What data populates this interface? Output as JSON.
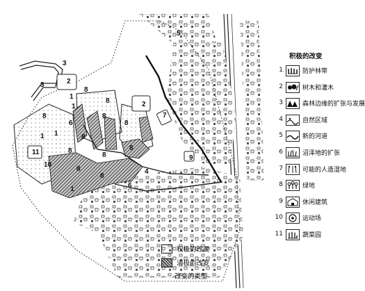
{
  "legend": {
    "title": "积极的改变",
    "items": [
      {
        "num": "1",
        "label": "防护林带",
        "icon": "windbreak-icon"
      },
      {
        "num": "2",
        "label": "树木和灌木",
        "icon": "trees-shrubs-icon"
      },
      {
        "num": "3",
        "label": "森林边缘的扩张与发展",
        "icon": "forest-edge-icon"
      },
      {
        "num": "4",
        "label": "自然区域",
        "icon": "natural-area-icon"
      },
      {
        "num": "5",
        "label": "新的河道",
        "icon": "river-channel-icon"
      },
      {
        "num": "6",
        "label": "沼泽地的扩张",
        "icon": "marsh-icon"
      },
      {
        "num": "7",
        "label": "可能的人造湿地",
        "icon": "wetland-icon"
      },
      {
        "num": "8",
        "label": "绿地",
        "icon": "green-space-icon"
      },
      {
        "num": "9",
        "label": "休闲建筑",
        "icon": "leisure-building-icon"
      },
      {
        "num": "10",
        "label": "运动场",
        "icon": "sports-field-icon"
      },
      {
        "num": "11",
        "label": "蔬菜园",
        "icon": "vegetable-garden-icon"
      }
    ]
  },
  "bottom_legend": {
    "positive": "积极的改变",
    "negative": "消极的改变",
    "caption": "改变的类型"
  },
  "map_labels": [
    "1",
    "1",
    "1",
    "1",
    "1",
    "2",
    "2",
    "3",
    "3",
    "4",
    "5",
    "6",
    "6",
    "7",
    "8",
    "8",
    "8",
    "8",
    "8",
    "8",
    "8",
    "8",
    "8",
    "8",
    "8",
    "9",
    "10",
    "11"
  ],
  "colors": {
    "ink": "#111111",
    "hatch_dark": "#333333",
    "hatch_light": "#bbbbbb",
    "paper": "#ffffff"
  }
}
